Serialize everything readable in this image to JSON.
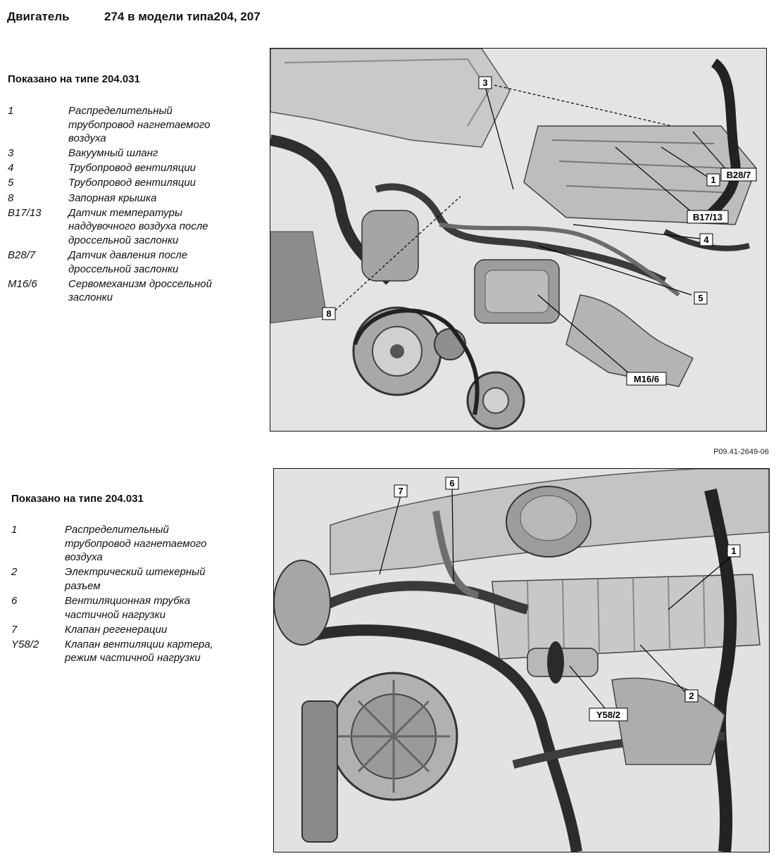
{
  "header": {
    "left": "Двигатель",
    "right": "274 в модели типа204, 207"
  },
  "section1": {
    "title": "Показано на типе 204.031",
    "items": [
      {
        "code": "1",
        "text": "Распределительный трубопровод нагнетаемого воздуха"
      },
      {
        "code": "3",
        "text": "Вакуумный шланг"
      },
      {
        "code": "4",
        "text": "Трубопровод вентиляции"
      },
      {
        "code": "5",
        "text": "Трубопровод вентиляции"
      },
      {
        "code": "8",
        "text": "Запорная крышка"
      },
      {
        "code": "B17/13",
        "text": "Датчик температуры наддувочного воздуха после дроссельной заслонки"
      },
      {
        "code": "B28/7",
        "text": "Датчик давления после дроссельной заслонки"
      },
      {
        "code": "M16/6",
        "text": "Сервомеханизм дроссельной заслонки"
      }
    ],
    "callouts": [
      "3",
      "B28/7",
      "1",
      "B17/13",
      "4",
      "5",
      "8",
      "M16/6"
    ],
    "figure_ref": "P09.41-2649-06"
  },
  "section2": {
    "title": "Показано на типе 204.031",
    "items": [
      {
        "code": "1",
        "text": "Распределительный трубопровод нагнетаемого воздуха"
      },
      {
        "code": "2",
        "text": "Электрический штекерный разъем"
      },
      {
        "code": "6",
        "text": "Вентиляционная трубка частичной нагрузки"
      },
      {
        "code": "7",
        "text": "Клапан регенерации"
      },
      {
        "code": "Y58/2",
        "text": "Клапан вентиляции картера, режим частичной нагрузки"
      }
    ],
    "callouts": [
      "7",
      "6",
      "1",
      "2",
      "Y58/2"
    ]
  },
  "colors": {
    "figure_bg": "#e6e6e6",
    "engine_dark": "#3a3a3a",
    "engine_mid": "#9a9a9a",
    "engine_light": "#cfcfcf"
  }
}
